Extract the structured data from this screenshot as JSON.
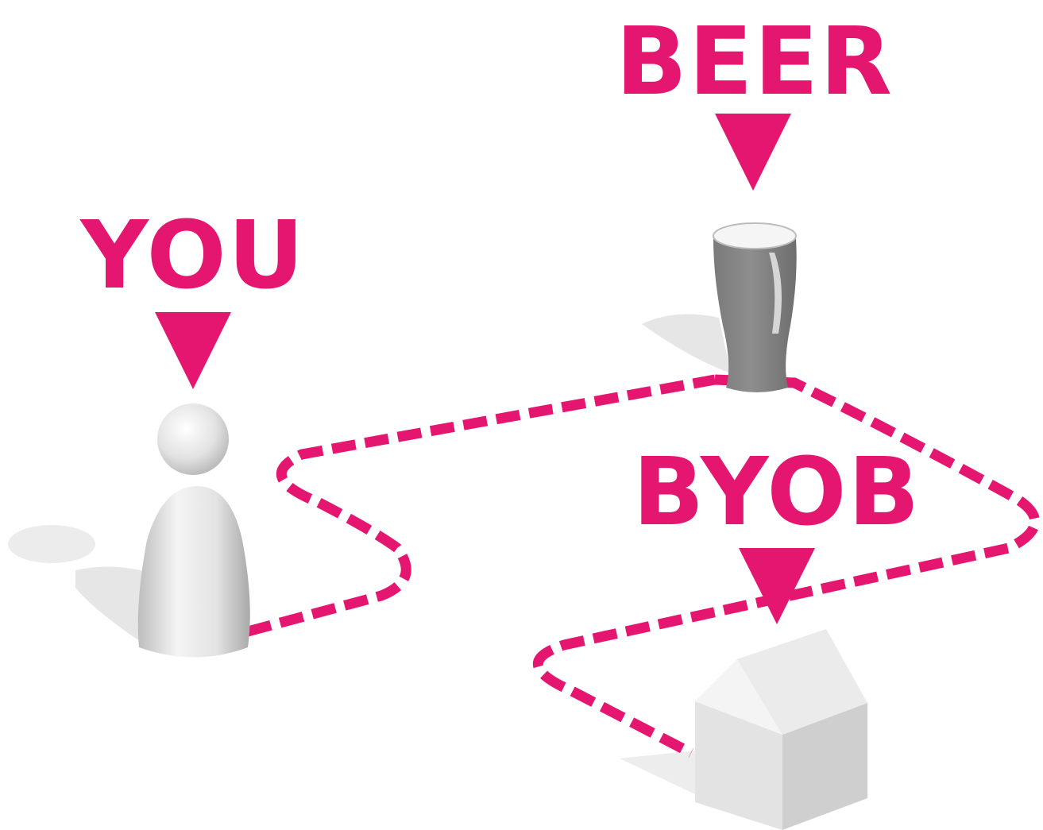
{
  "labels": {
    "you": "YOU",
    "beer": "BEER",
    "byob": "BYOB"
  },
  "colors": {
    "accent": "#e5166f",
    "figure": "#e4e4e4",
    "shadow": "#e8e8e8",
    "glass": "#8a8a8a",
    "house": "#e2e2e2"
  },
  "icons": {
    "person": "person-pawn-icon",
    "glass": "pint-glass-icon",
    "house": "house-icon"
  }
}
